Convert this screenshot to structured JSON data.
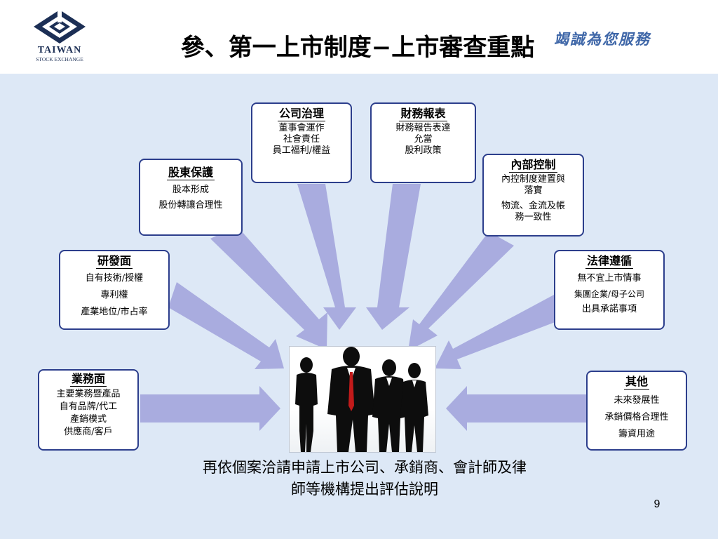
{
  "header": {
    "logo_name": "TAIWAN",
    "logo_sub": "STOCK EXCHANGE",
    "title": "參、第一上市制度−上市審查重點",
    "slogan": "竭誠為您服務"
  },
  "boxes": {
    "corporate_governance": {
      "title": "公司治理",
      "lines": [
        "董事會運作",
        "社會責任",
        "員工福利/權益"
      ]
    },
    "financial_statements": {
      "title": "財務報表",
      "lines": [
        "財務報告表達",
        "允當",
        "股利政策"
      ]
    },
    "shareholder_protection": {
      "title": "股東保護",
      "lines": [
        "股本形成",
        "股份轉讓合理性"
      ]
    },
    "internal_control": {
      "title": "內部控制",
      "lines": [
        "內控制度建置與",
        "落實",
        "物流、金流及帳",
        "務一致性"
      ]
    },
    "rnd": {
      "title": "研發面",
      "lines": [
        "自有技術/授權",
        "專利權",
        "產業地位/市占率"
      ]
    },
    "legal_compliance": {
      "title": "法律遵循",
      "lines": [
        "無不宜上市情事",
        "集團企業/母子公司",
        "出具承諾事項"
      ]
    },
    "business": {
      "title": "業務面",
      "lines": [
        "主要業務暨產品",
        "自有品牌/代工",
        "產銷模式",
        "供應商/客戶"
      ]
    },
    "others": {
      "title": "其他",
      "lines": [
        "未來發展性",
        "承銷價格合理性",
        "籌資用途"
      ]
    }
  },
  "footer": {
    "line1": "再依個案洽請申請上市公司、承銷商、會計師及律",
    "line2": "師等機構提出評估說明"
  },
  "page_number": "9",
  "colors": {
    "background": "#dde8f6",
    "box_border": "#2c3e8c",
    "arrow": "#a9acdf",
    "title_text": "#000000",
    "slogan": "#3f67a8",
    "logo": "#1c2f55"
  }
}
